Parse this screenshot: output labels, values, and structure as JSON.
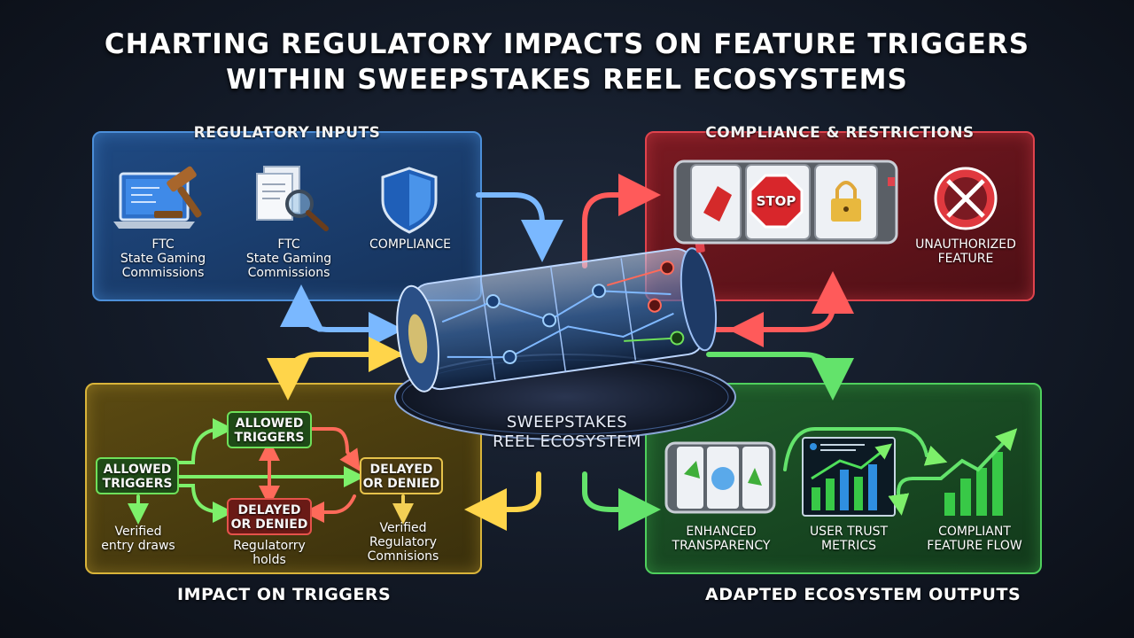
{
  "title": {
    "line1": "CHARTING REGULATORY IMPACTS ON FEATURE TRIGGERS",
    "line2": "WITHIN SWEEPSTAKES REEL ECOSYSTEMS"
  },
  "regulatory_inputs": {
    "title": "REGULATORY INPUTS",
    "item1_line1": "FTC",
    "item1_line2": "State Gaming",
    "item1_line3": "Commissions",
    "item2_line1": "FTC",
    "item2_line2": "State Gaming",
    "item2_line3": "Commissions",
    "item3": "COMPLIANCE"
  },
  "compliance": {
    "title": "COMPLIANCE & RESTRICTIONS",
    "stop_text": "STOP",
    "unauth_line1": "UNAUTHORIZED",
    "unauth_line2": "FEATURE"
  },
  "center": {
    "line1": "SWEEPSTAKES",
    "line2": "REEL ECOSYSTEM"
  },
  "triggers": {
    "node_left_line1": "ALLOWED",
    "node_left_line2": "TRIGGERS",
    "node_top_line1": "ALLOWED",
    "node_top_line2": "TRIGGERS",
    "node_mid_line1": "DELAYED",
    "node_mid_line2": "OR DENIED",
    "node_right_line1": "DELAYED",
    "node_right_line2": "OR DENIED",
    "sub_left_line1": "Verified",
    "sub_left_line2": "entry draws",
    "sub_mid_line1": "Regulatorry",
    "sub_mid_line2": "holds",
    "sub_right_line1": "Verified",
    "sub_right_line2": "Regulatory",
    "sub_right_line3": "Comnisions",
    "bottom": "IMPACT ON TRIGGERS"
  },
  "outputs": {
    "item1_line1": "ENHANCED",
    "item1_line2": "TRANSPARENCY",
    "item2_line1": "USER TRUST",
    "item2_line2": "METRICS",
    "item3_line1": "COMPLIANT",
    "item3_line2": "FEATURE FLOW",
    "bottom": "ADAPTED ECOSYSTEM OUTPUTS"
  },
  "colors": {
    "blue": "#4c8fd9",
    "red": "#e0434d",
    "yellow": "#d9b43a",
    "green": "#4fd05d"
  }
}
